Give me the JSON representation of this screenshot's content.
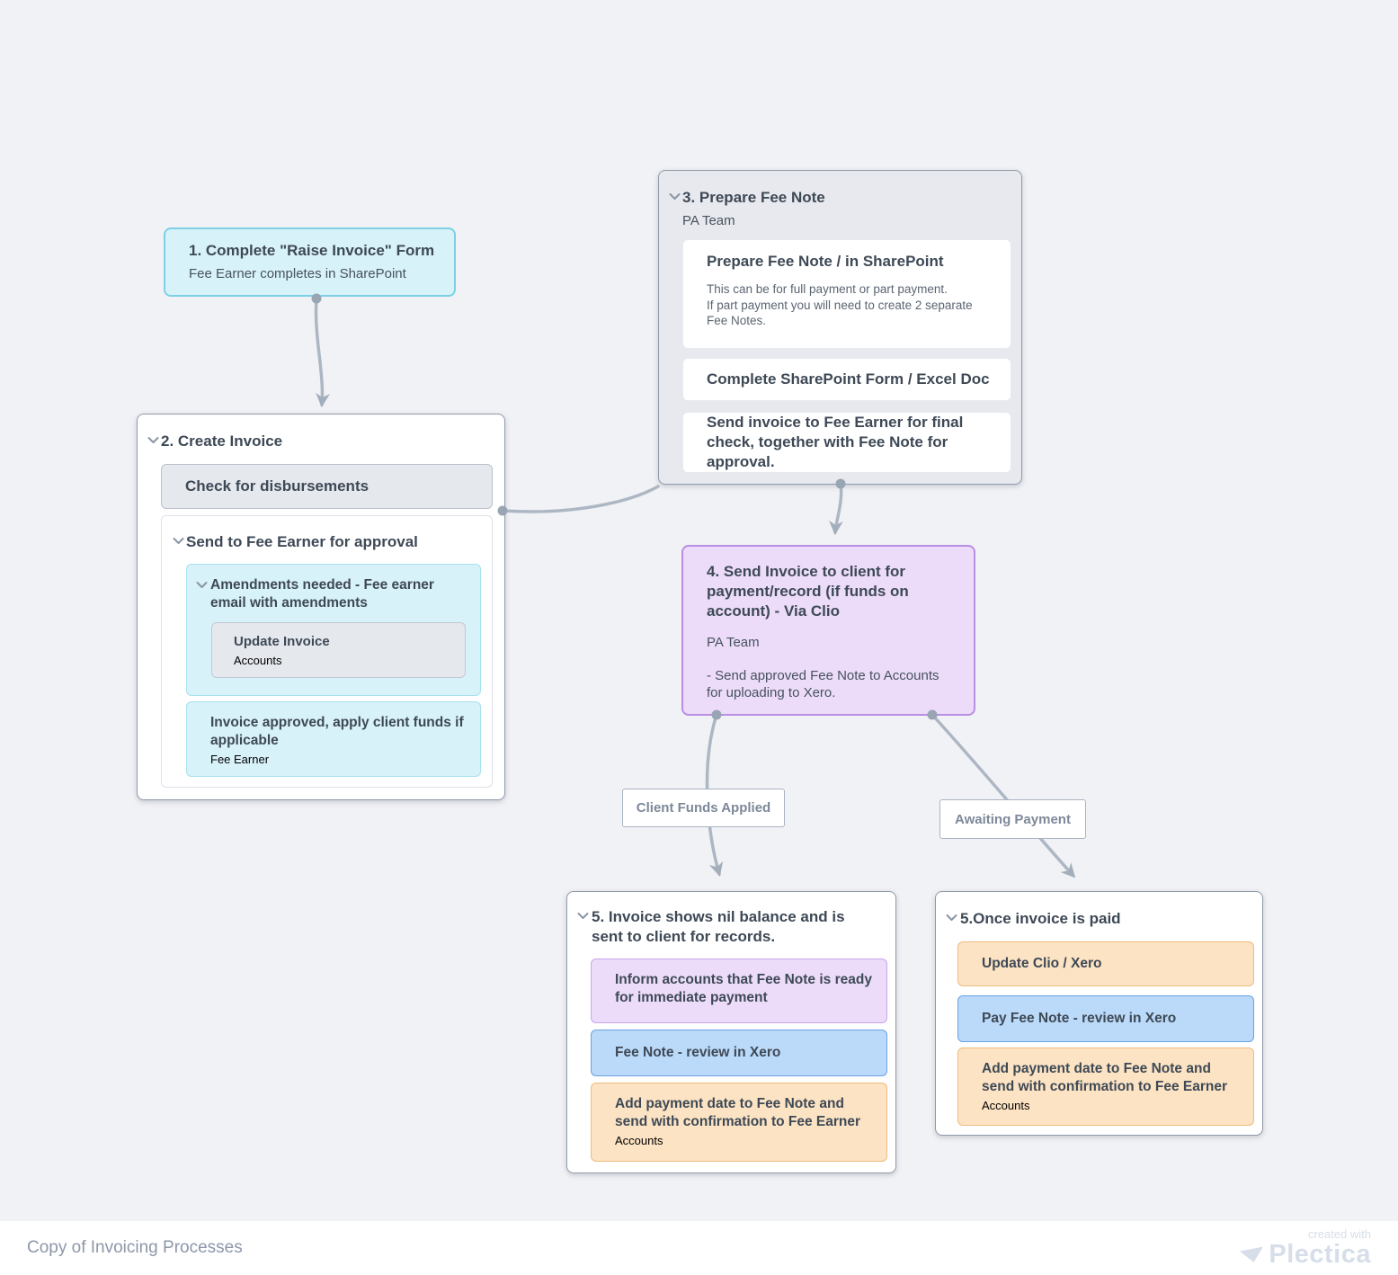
{
  "colors": {
    "background": "#f1f2f5",
    "cyan-fill": "#d8f2f9",
    "cyan-border": "#7ed0e4",
    "cyan-border-light": "#a8e0ee",
    "gray-fill": "#e5e8ed",
    "gray-border": "#bac1cd",
    "panel-fill": "#e7e9ee",
    "panel-border": "#8f9aab",
    "purple-fill": "#ead8f8",
    "purple-border": "#b88fe3",
    "purple-card-fill": "#ecdcf9",
    "purple-card-border": "#c9a5ec",
    "blue-fill": "#bbd9f8",
    "blue-border": "#67a3e4",
    "orange-fill": "#fce3c3",
    "orange-border": "#f0bb7e",
    "edge": "#adb7c4",
    "edge-dot": "#9aa5b3",
    "title-text": "#3e4956",
    "muted-text": "#51b5b68",
    "label-text": "#7d8899",
    "footer-text": "#8d97a9",
    "brand": "#d7dee9"
  },
  "nodes": {
    "step1": {
      "title": "1. Complete \"Raise Invoice\" Form",
      "subtitle": "Fee Earner completes in SharePoint"
    },
    "step2": {
      "title": "2. Create Invoice",
      "check_card": "Check for disbursements",
      "approval": {
        "title": "Send to Fee Earner for approval",
        "amendments": {
          "title": "Amendments needed - Fee earner email with amendments",
          "update_invoice": {
            "title": "Update Invoice",
            "subtitle": "Accounts"
          }
        },
        "approved": {
          "title": "Invoice approved, apply client funds if applicable",
          "subtitle": "Fee Earner"
        }
      }
    },
    "step3": {
      "title": "3. Prepare Fee Note",
      "subtitle": "PA Team",
      "cards": [
        {
          "title": "Prepare Fee Note / in SharePoint",
          "body": "This can be for full payment or part payment.\nIf part payment you will need to create 2 separate Fee Notes."
        },
        {
          "title": "Complete SharePoint Form / Excel Doc"
        },
        {
          "title": "Send invoice to Fee Earner for final check, together with Fee Note for approval."
        }
      ]
    },
    "step4": {
      "title": "4. Send Invoice to client for payment/record (if funds on account) - Via Clio",
      "subtitle": "PA Team",
      "body": "- Send approved Fee Note to Accounts for uploading to Xero."
    },
    "step5_nil": {
      "title": "5. Invoice shows nil balance and is sent to client for records.",
      "cards": [
        {
          "text": "Inform accounts that Fee Note is ready for immediate payment"
        },
        {
          "text": "Fee Note - review in Xero"
        },
        {
          "text": "Add payment date to Fee Note and send with confirmation to Fee Earner",
          "subtitle": "Accounts"
        }
      ]
    },
    "step5_paid": {
      "title": "5.Once invoice is paid",
      "cards": [
        {
          "text": "Update Clio / Xero"
        },
        {
          "text": "Pay Fee Note - review in Xero"
        },
        {
          "text": "Add payment date to Fee Note and send with confirmation to Fee Earner",
          "subtitle": "Accounts"
        }
      ]
    },
    "edge_labels": {
      "client_funds": "Client Funds Applied",
      "awaiting": "Awaiting Payment"
    }
  },
  "footer": {
    "title": "Copy of Invoicing Processes",
    "credit": "created with",
    "brand": "Plectica"
  }
}
